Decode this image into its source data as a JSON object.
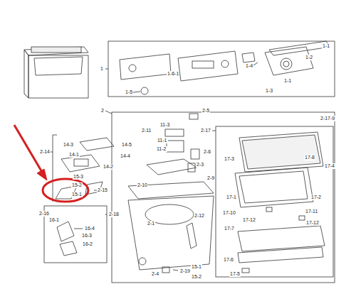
{
  "diagram": {
    "labels": [
      "1",
      "1-1",
      "1-2",
      "1-6-1",
      "1-4",
      "1-3",
      "1-1",
      "1-5",
      "2",
      "2-5",
      "2-17-9",
      "2-11",
      "11-3",
      "2-17",
      "14-3",
      "14-5",
      "2-14",
      "11-1",
      "11-2",
      "14-4",
      "14-1",
      "2-6",
      "17-3",
      "17-8",
      "17-4",
      "2-3",
      "14-2",
      "15-3",
      "2-9",
      "15-2",
      "2-10",
      "2-15",
      "15-1",
      "17-1",
      "17-2",
      "2-16",
      "2-18",
      "17-11",
      "17-10",
      "16-1",
      "2-12",
      "17-12",
      "17-12",
      "2-1",
      "16-4",
      "17-7",
      "16-3",
      "16-2",
      "17-6",
      "2-4",
      "2-19",
      "15-1",
      "15-2",
      "17-5"
    ]
  }
}
